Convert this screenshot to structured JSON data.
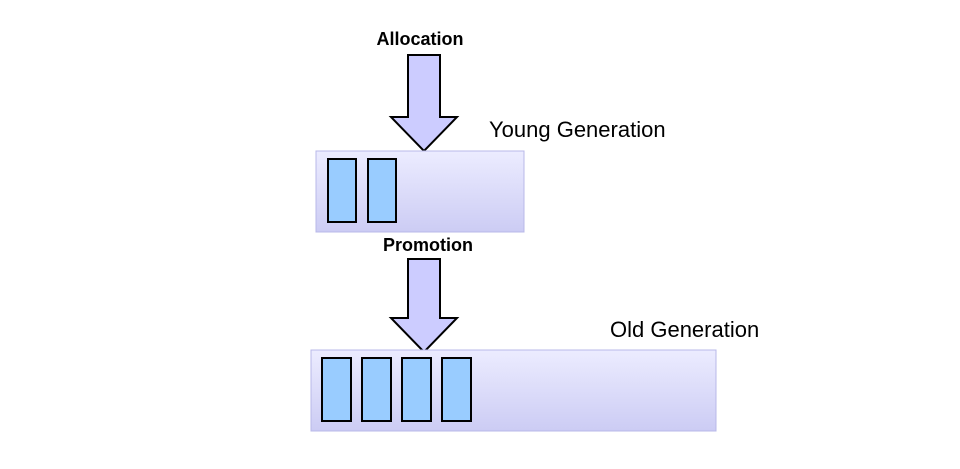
{
  "labels": {
    "allocation": "Allocation",
    "promotion": "Promotion",
    "young_generation": "Young Generation",
    "old_generation": "Old Generation"
  },
  "young_generation": {
    "object_count": 2
  },
  "old_generation": {
    "object_count": 4
  },
  "colors": {
    "arrow_fill": "#ccccff",
    "arrow_stroke": "#000000",
    "region_fill_light": "#eeeeff",
    "region_fill_dark": "#ccccf4",
    "object_fill": "#99ccff",
    "object_stroke": "#000000"
  }
}
